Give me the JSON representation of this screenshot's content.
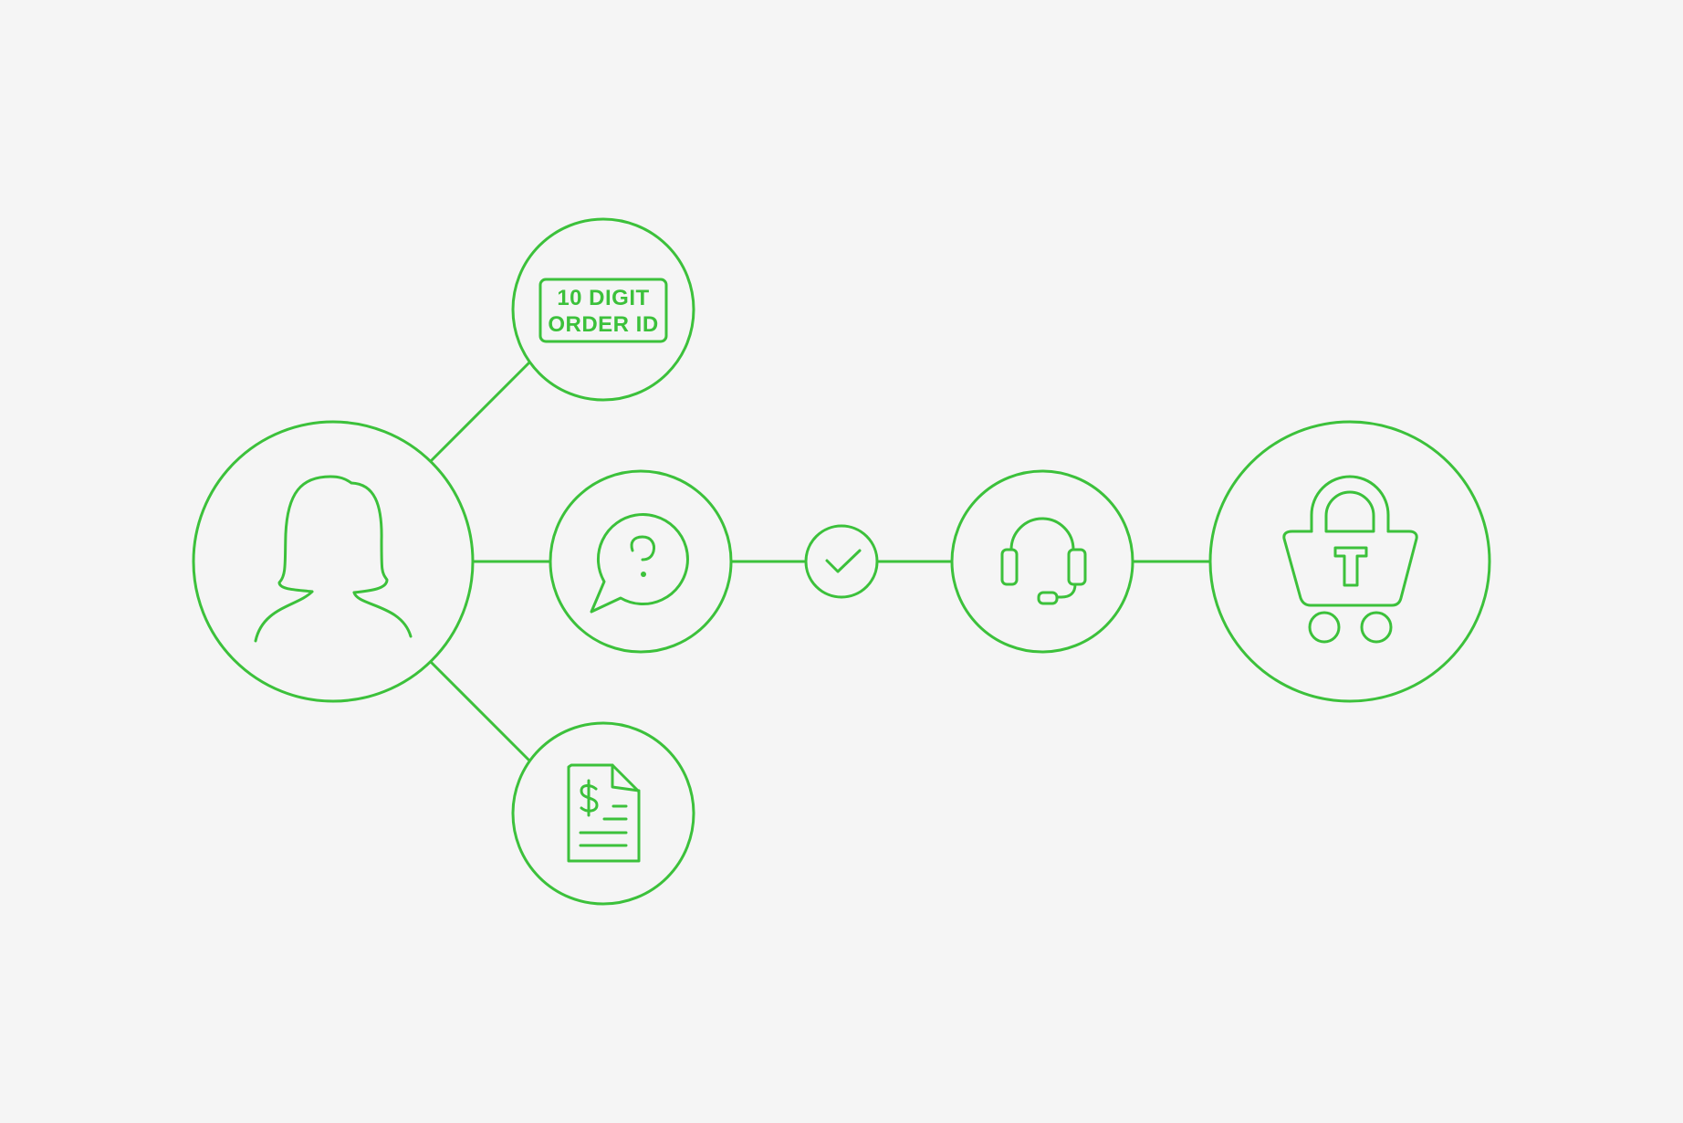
{
  "colors": {
    "background": "#f5f5f5",
    "accent": "#3cc13b"
  },
  "nodes": [
    {
      "id": "customer",
      "icon": "person-icon"
    },
    {
      "id": "order-id",
      "icon": "order-id-badge-icon",
      "label_line1": "10 DIGIT",
      "label_line2": "ORDER ID"
    },
    {
      "id": "question",
      "icon": "question-bubble-icon"
    },
    {
      "id": "invoice",
      "icon": "invoice-icon"
    },
    {
      "id": "verified",
      "icon": "checkmark-icon"
    },
    {
      "id": "support",
      "icon": "headset-icon"
    },
    {
      "id": "store",
      "icon": "shopping-basket-icon"
    }
  ],
  "edges": [
    [
      "customer",
      "order-id"
    ],
    [
      "customer",
      "question"
    ],
    [
      "customer",
      "invoice"
    ],
    [
      "question",
      "verified"
    ],
    [
      "verified",
      "support"
    ],
    [
      "support",
      "store"
    ]
  ]
}
